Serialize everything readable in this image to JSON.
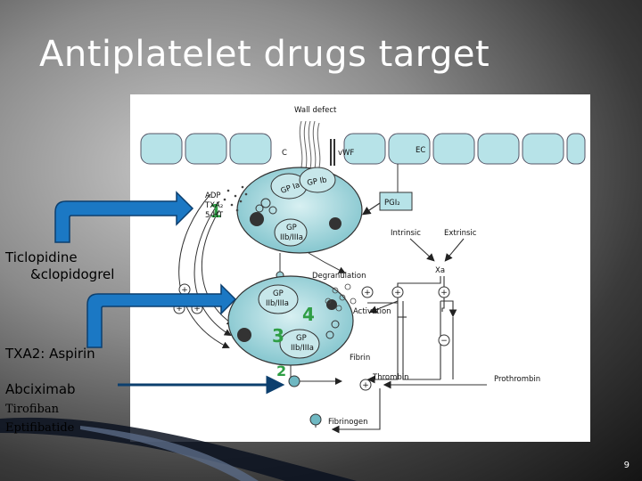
{
  "slide": {
    "title": "Antiplatelet drugs target",
    "page_number": "9"
  },
  "drug_labels": {
    "ticlopidine_line1": "Ticlopidine",
    "ticlopidine_line2": "&clopidogrel",
    "aspirin": "TXA2: Aspirin",
    "abciximab": "Abciximab",
    "tirofiban": "Tirofiban",
    "eptifibatide": "Eptifibatide"
  },
  "diagram": {
    "wall_defect": "Wall defect",
    "c": "C",
    "vwf": "vWF",
    "ec": "EC",
    "gp_ia": "GP Ia",
    "gp_ib": "GP Ib",
    "adp": "ADP",
    "txa2": "TXA₂",
    "five_ht": "5-HT",
    "pgi2": "PGI₂",
    "gp": "GP",
    "iib_iiia": "IIb/IIIa",
    "intrinsic": "Intrinsic",
    "extrinsic": "Extrinsic",
    "xa": "Xa",
    "degranulation": "Degranulation",
    "activation": "Activation",
    "fibrin": "Fibrin",
    "thrombin": "Thrombin",
    "prothrombin": "Prothrombin",
    "fibrinogen": "Fibrinogen",
    "plus": "+",
    "minus": "−",
    "step1": "1",
    "step2": "2",
    "step3": "3",
    "step4": "4"
  },
  "colors": {
    "platelet_fill": "#a9dbe0",
    "cell_fill": "#b7e3e8",
    "step_green": "#2f9e45",
    "arrow_blue": "#1b78c4",
    "arrow_outline": "#0c3f6e"
  }
}
